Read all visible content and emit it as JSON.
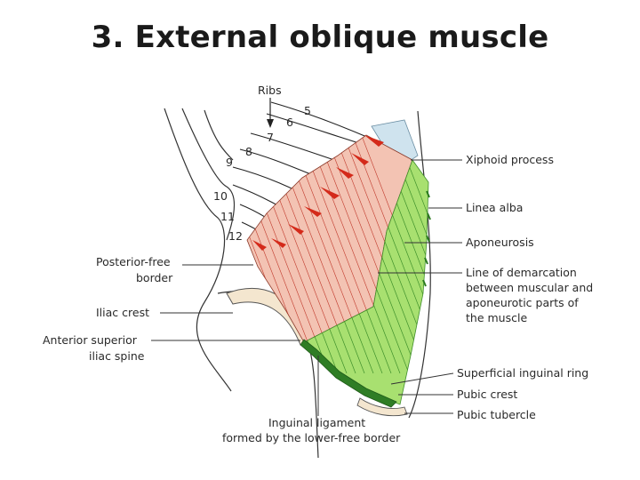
{
  "title": "3. External oblique muscle",
  "diagram": {
    "ribs_label": "Ribs",
    "rib_numbers": [
      "5",
      "6",
      "7",
      "8",
      "9",
      "10",
      "11",
      "12"
    ],
    "left_labels": {
      "posterior_free_line1": "Posterior-free",
      "posterior_free_line2": "border",
      "iliac_crest": "Iliac crest",
      "asis_line1": "Anterior superior",
      "asis_line2": "iliac spine"
    },
    "right_labels": {
      "xiphoid": "Xiphoid process",
      "linea_alba": "Linea alba",
      "aponeurosis": "Aponeurosis",
      "demarcation_line1": "Line of demarcation",
      "demarcation_line2": "between muscular and",
      "demarcation_line3": "aponeurotic parts of",
      "demarcation_line4": "the muscle",
      "superficial_ring": "Superficial inguinal ring",
      "pubic_crest": "Pubic crest",
      "pubic_tubercle": "Pubic tubercle"
    },
    "bottom_labels": {
      "inguinal_line1": "Inguinal ligament",
      "inguinal_line2": "formed by the lower-free border"
    },
    "colors": {
      "muscle": "#f3c3b3",
      "muscle_fibers": "#c0392b",
      "aponeurosis": "#a8e070",
      "aponeurosis_lines": "#3f8f2a",
      "xiphoid": "#cfe3ee",
      "bone": "#f4e6cf",
      "outline": "#333333"
    }
  }
}
